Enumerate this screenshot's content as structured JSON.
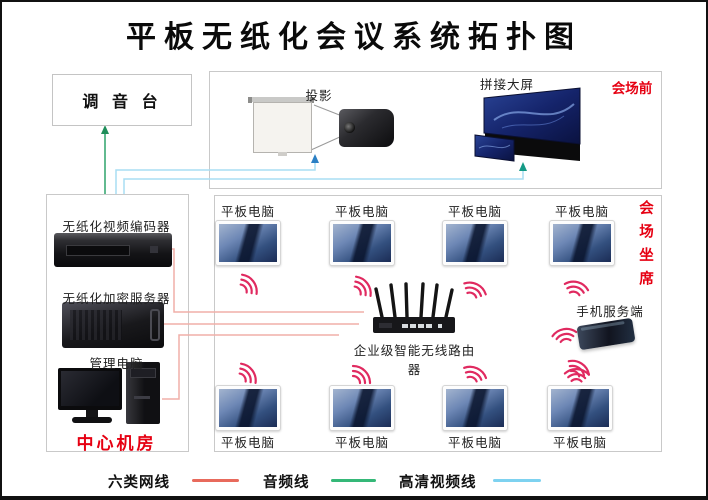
{
  "title": "平板无纸化会议系统拓扑图",
  "mixer": {
    "label": "调 音 台"
  },
  "front_zone": {
    "projector_label": "投影",
    "big_screen_label": "拼接大屏",
    "zone_label": "会场前"
  },
  "machine_room": {
    "encoder_label": "无纸化视频编码器",
    "encrypt_server_label": "无纸化加密服务器",
    "mgmt_pc_label": "管理电脑",
    "room_label": "中心机房"
  },
  "seats_zone": {
    "zone_label": "会场坐席",
    "tablet_label": "平板电脑",
    "router_label": "企业级智能无线路由器",
    "phone_label": "手机服务端"
  },
  "legend": {
    "items": [
      {
        "label": "六类网线",
        "color": "#e86a5c"
      },
      {
        "label": "音频线",
        "color": "#35b878"
      },
      {
        "label": "高清视频线",
        "color": "#7ed2f0"
      }
    ]
  },
  "colors": {
    "cat6_line": "#f0afa8",
    "audio_line": "#2ea36b",
    "hd_video_line": "#a9ddf4",
    "wifi_icon": "#e02a60",
    "zone_text_red": "#e60012"
  }
}
